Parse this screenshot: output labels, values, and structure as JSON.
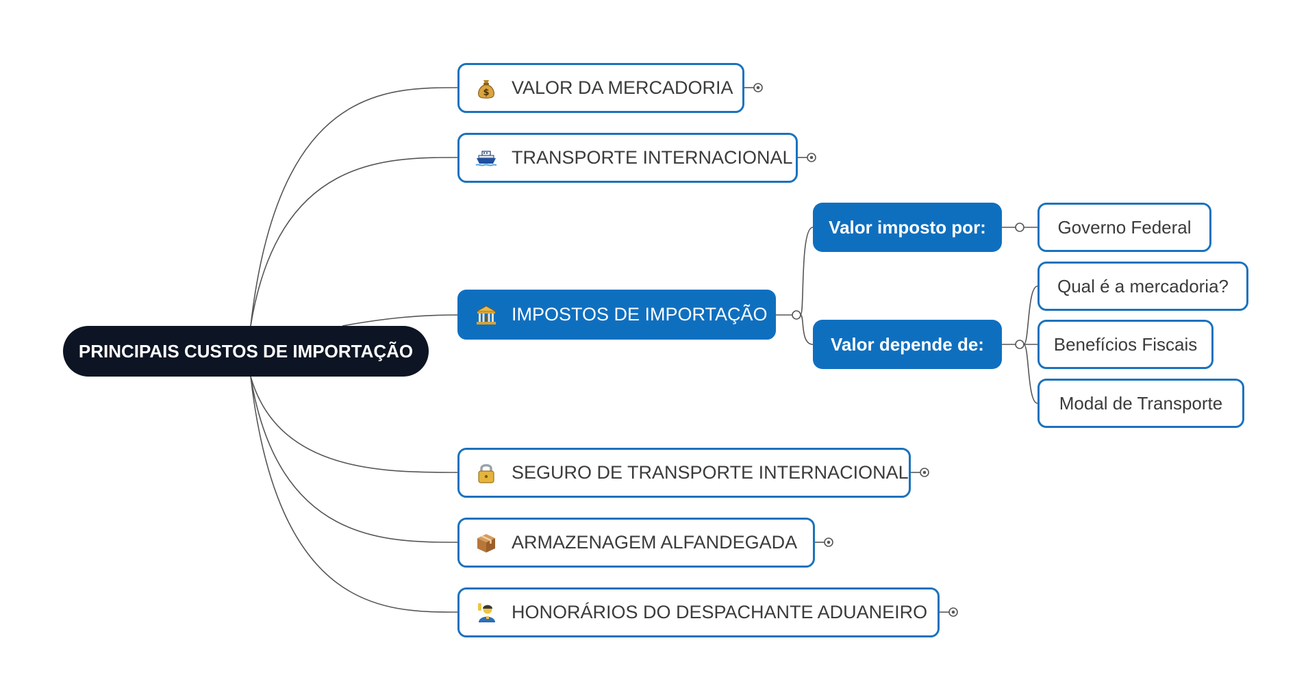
{
  "root": {
    "label": "PRINCIPAIS CUSTOS DE IMPORTAÇÃO"
  },
  "branches": [
    {
      "label": "VALOR DA MERCADORIA",
      "icon": "money-bag-icon"
    },
    {
      "label": "TRANSPORTE INTERNACIONAL",
      "icon": "cargo-ship-icon"
    },
    {
      "label": "IMPOSTOS DE IMPORTAÇÃO",
      "icon": "bank-icon"
    },
    {
      "label": "SEGURO DE TRANSPORTE INTERNACIONAL",
      "icon": "padlock-icon"
    },
    {
      "label": "ARMAZENAGEM ALFANDEGADA",
      "icon": "package-icon"
    },
    {
      "label": "HONORÁRIOS DO DESPACHANTE ADUANEIRO",
      "icon": "customs-agent-icon"
    }
  ],
  "tax_details": [
    {
      "label": "Valor imposto por:",
      "children": [
        "Governo Federal"
      ]
    },
    {
      "label": "Valor depende de:",
      "children": [
        "Qual é a mercadoria?",
        "Benefícios Fiscais",
        "Modal de Transporte"
      ]
    }
  ],
  "colors": {
    "root_bg": "#0d1524",
    "accent": "#0f6fbf",
    "border": "#1a72bd",
    "text": "#3b3b3b",
    "line": "#555555"
  }
}
